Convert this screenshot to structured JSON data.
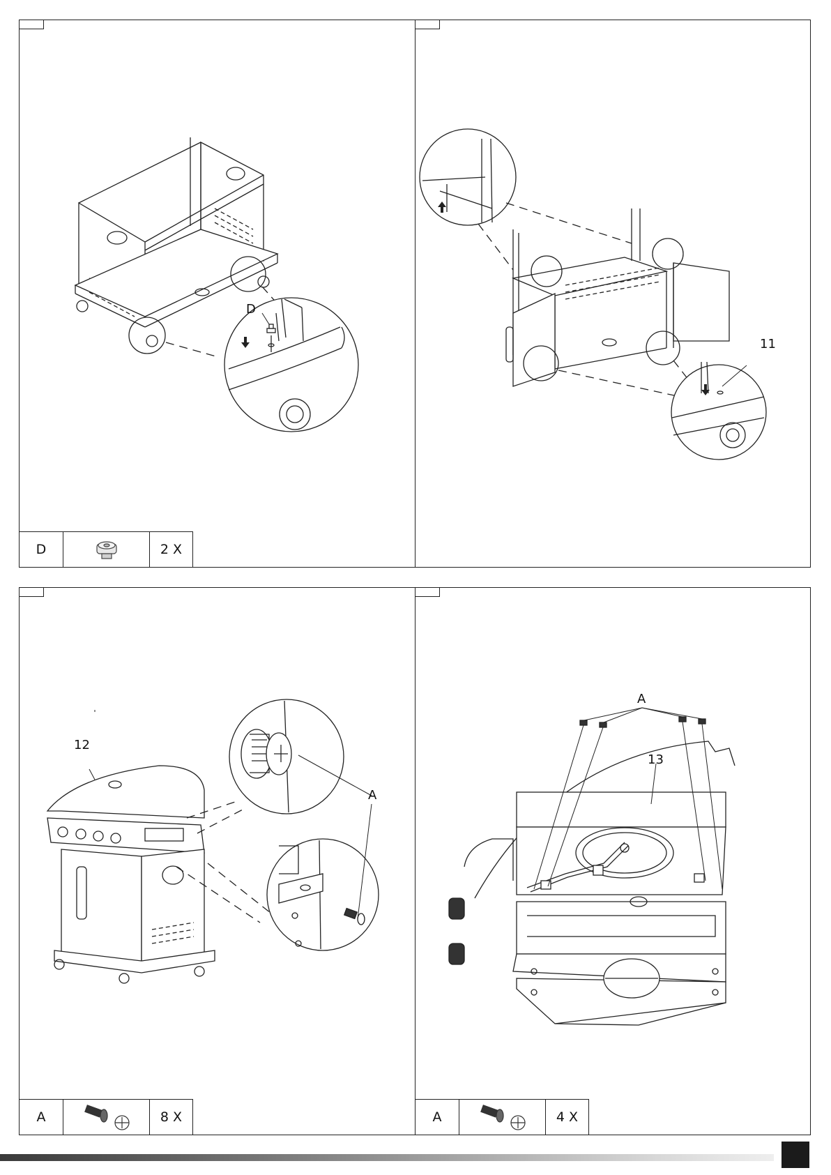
{
  "steps": [
    {
      "callouts": [
        "D"
      ],
      "parts": {
        "letter": "D",
        "icon": "cap-nut-icon",
        "quantity": "2 X"
      }
    },
    {
      "callouts": [
        "11"
      ]
    },
    {
      "callouts": [
        "12",
        "A"
      ],
      "parts": {
        "letter": "A",
        "icon": "screw-icon",
        "quantity": "8 X"
      }
    },
    {
      "callouts": [
        "A",
        "13"
      ],
      "parts": {
        "letter": "A",
        "icon": "screw-icon",
        "quantity": "4 X"
      }
    }
  ],
  "colors": {
    "line": "#222222",
    "page_box": "#1b1b1b"
  }
}
